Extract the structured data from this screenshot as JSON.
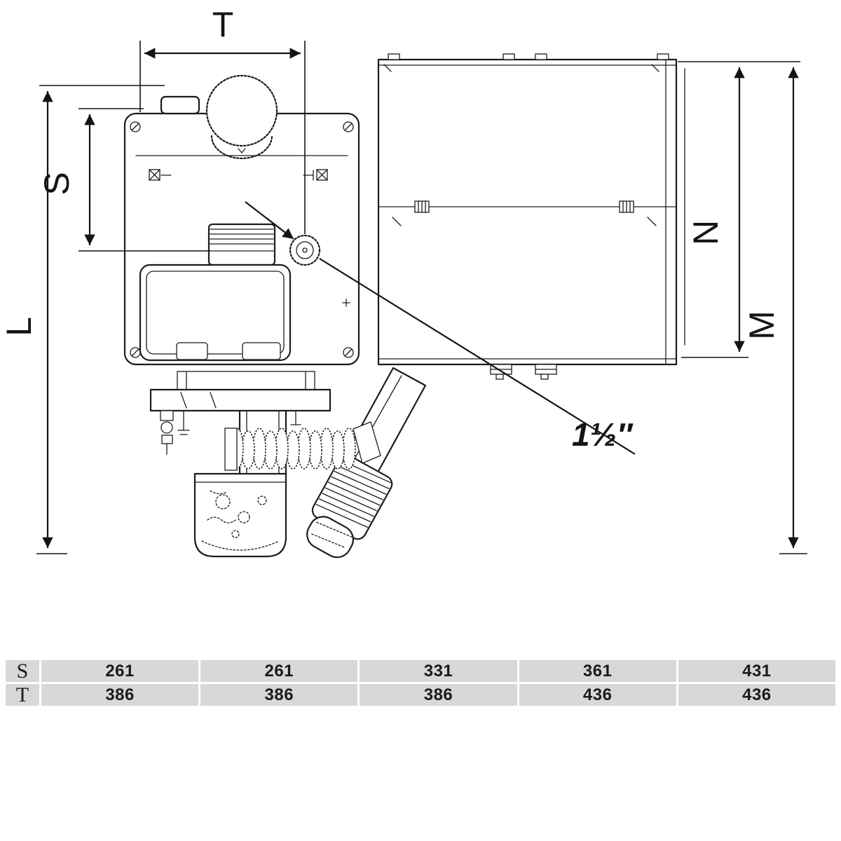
{
  "diagram": {
    "dim_labels": [
      {
        "id": "T",
        "text": "T"
      },
      {
        "id": "S",
        "text": "S"
      },
      {
        "id": "L",
        "text": "L"
      },
      {
        "id": "N",
        "text": "N"
      },
      {
        "id": "M",
        "text": "M"
      }
    ],
    "callout": {
      "text": "1½″"
    },
    "line_color": "#1a1a1a"
  },
  "table": {
    "rows": [
      {
        "header": "S",
        "values": [
          "261",
          "261",
          "331",
          "361",
          "431"
        ]
      },
      {
        "header": "T",
        "values": [
          "386",
          "386",
          "386",
          "436",
          "436"
        ]
      }
    ],
    "cell_background": "#d8d8d8",
    "text_color": "#1b1b1b"
  }
}
